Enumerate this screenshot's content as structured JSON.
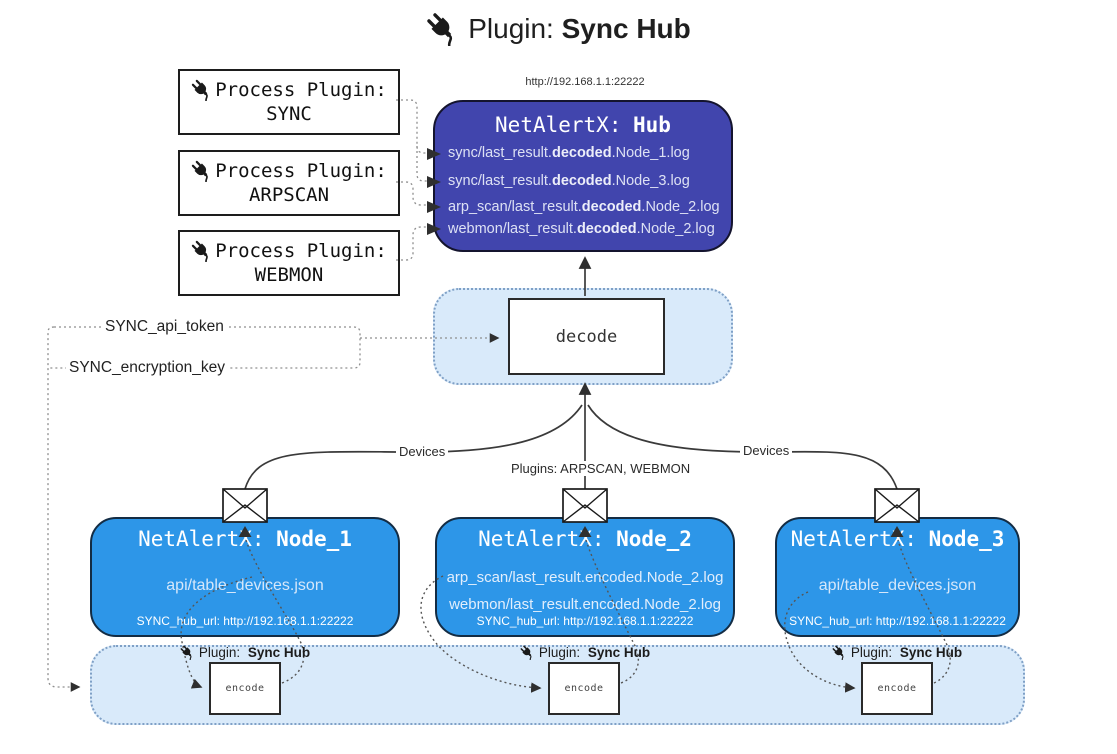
{
  "page_title": {
    "prefix": "Plugin:",
    "name": "Sync Hub"
  },
  "hub": {
    "url": "http://192.168.1.1:22222",
    "title_prefix": "NetAlertX:",
    "title_name": "Hub",
    "log_lines": [
      {
        "pre": "sync/last_result.",
        "bold": "decoded",
        "post": ".Node_1.log"
      },
      {
        "pre": "sync/last_result.",
        "bold": "decoded",
        "post": ".Node_3.log"
      },
      {
        "pre": "arp_scan/last_result.",
        "bold": "decoded",
        "post": ".Node_2.log"
      },
      {
        "pre": "webmon/last_result.",
        "bold": "decoded",
        "post": ".Node_2.log"
      }
    ]
  },
  "process_plugins": [
    {
      "label": "Process Plugin:",
      "name": "SYNC"
    },
    {
      "label": "Process Plugin:",
      "name": "ARPSCAN"
    },
    {
      "label": "Process Plugin:",
      "name": "WEBMON"
    }
  ],
  "settings": {
    "api_token": "SYNC_api_token",
    "encryption_key": "SYNC_encryption_key"
  },
  "decode_box": {
    "label": "decode"
  },
  "edge_labels": {
    "devices_left": "Devices",
    "devices_right": "Devices",
    "plugins_center": "Plugins: ARPSCAN, WEBMON"
  },
  "nodes": [
    {
      "title_prefix": "NetAlertX:",
      "title_name": "Node_1",
      "lines": [
        "api/table_devices.json"
      ],
      "footer": "SYNC_hub_url: http://192.168.1.1:22222"
    },
    {
      "title_prefix": "NetAlertX:",
      "title_name": "Node_2",
      "lines": [
        "arp_scan/last_result.encoded.Node_2.log",
        "webmon/last_result.encoded.Node_2.log"
      ],
      "footer": "SYNC_hub_url: http://192.168.1.1:22222"
    },
    {
      "title_prefix": "NetAlertX:",
      "title_name": "Node_3",
      "lines": [
        "api/table_devices.json"
      ],
      "footer": "SYNC_hub_url: http://192.168.1.1:22222"
    }
  ],
  "encode_section": {
    "plugin_prefix": "Plugin:",
    "plugin_name": "Sync Hub",
    "encode_label": "encode"
  },
  "colors": {
    "hub_fill": "#4145ad",
    "node_fill": "#2d96e8",
    "container_fill": "#d9eafa",
    "container_border": "#7fa0c6",
    "line": "#333333"
  }
}
